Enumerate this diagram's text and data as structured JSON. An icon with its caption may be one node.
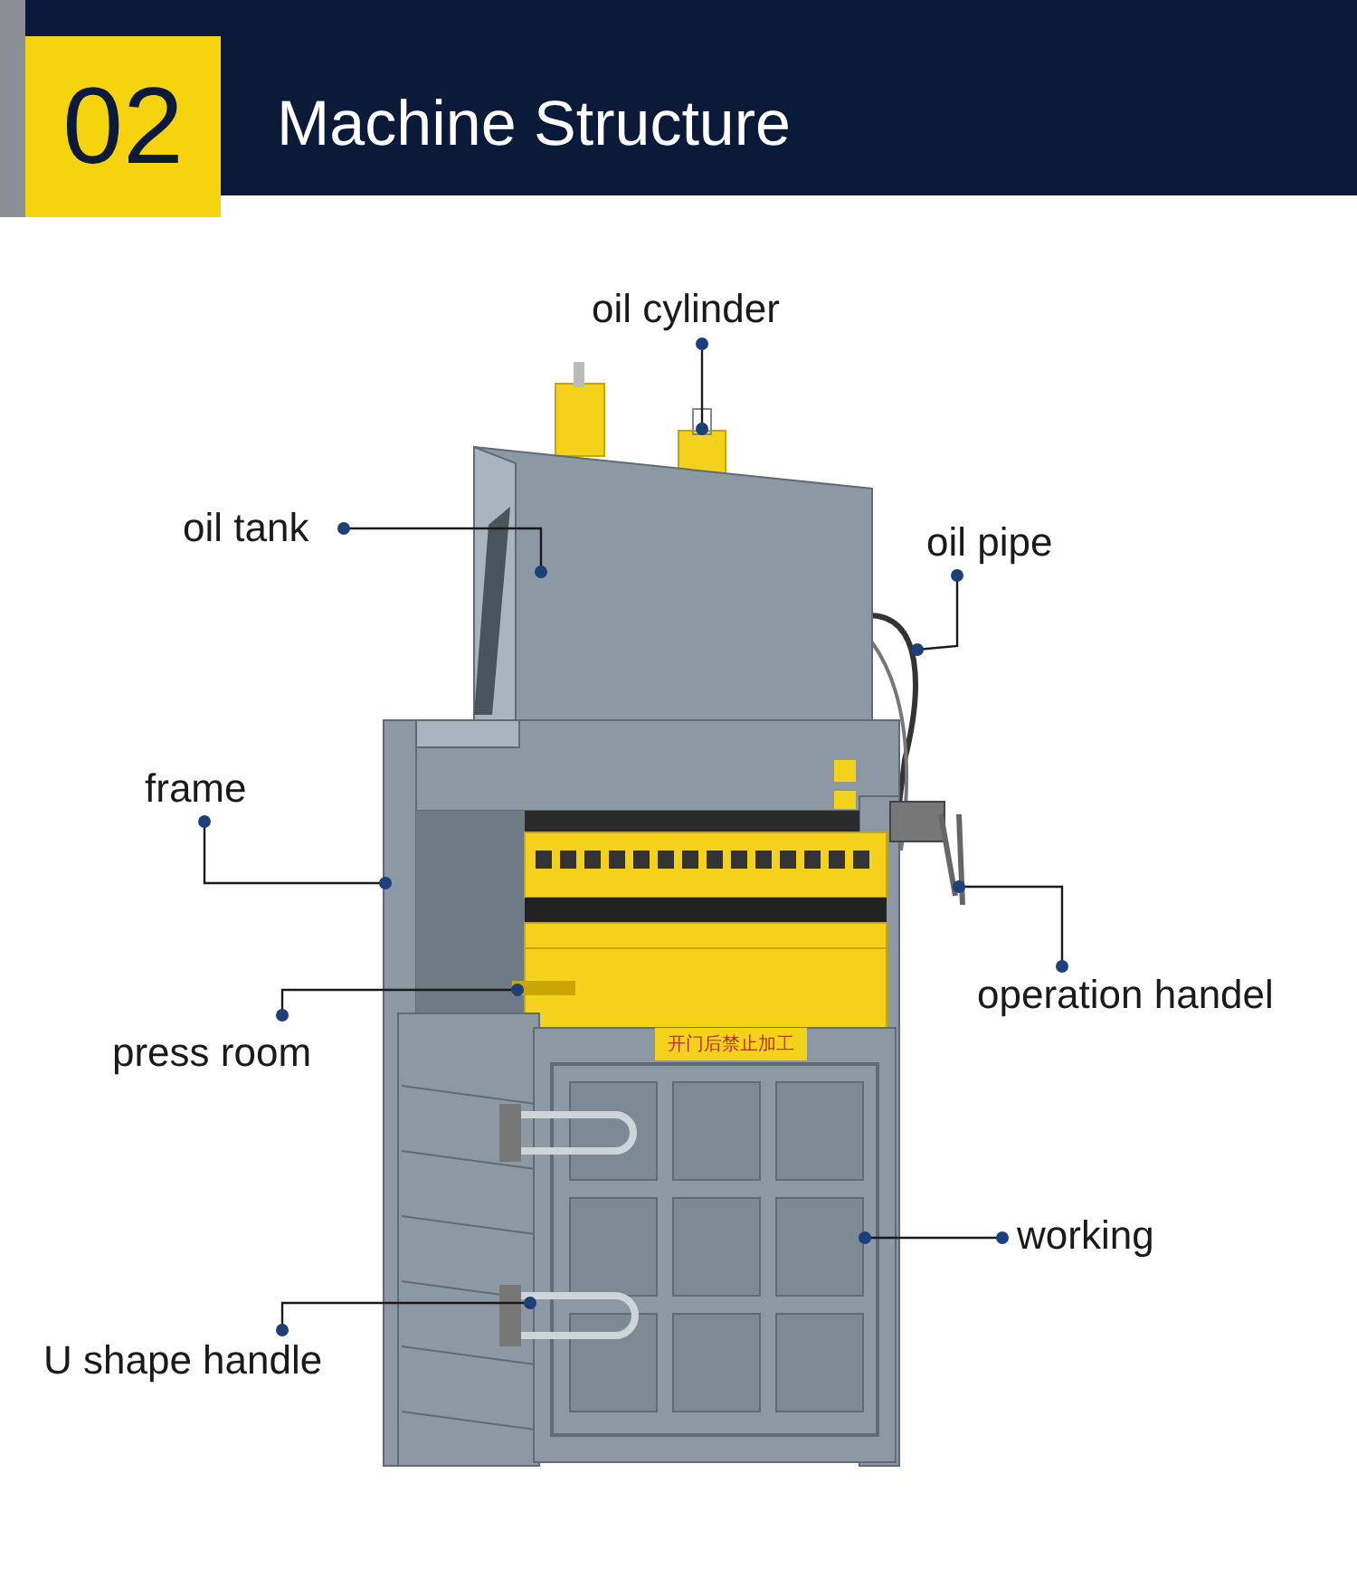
{
  "diagram": {
    "title": "Machine Structure",
    "nodes": [
      {
        "text": [
          "oil cylinder"
        ]
      },
      {
        "text": [
          "oil tank"
        ]
      },
      {
        "text": [
          "oil pipe"
        ]
      },
      {
        "text": [
          "frame"
        ]
      },
      {
        "text": [
          "operation handel"
        ]
      },
      {
        "text": [
          "press room"
        ]
      },
      {
        "text": [
          "working"
        ]
      },
      {
        "text": [
          "U shape handle"
        ]
      }
    ],
    "edges": [
      {
        "from": 0,
        "to": null,
        "arrow": "other"
      },
      {
        "from": 1,
        "to": null,
        "arrow": "other"
      },
      {
        "from": 2,
        "to": null,
        "arrow": "other"
      },
      {
        "from": 3,
        "to": null,
        "arrow": "other"
      },
      {
        "from": 4,
        "to": null,
        "arrow": "other"
      },
      {
        "from": 5,
        "to": null,
        "arrow": "other"
      },
      {
        "from": 6,
        "to": null,
        "arrow": "other"
      },
      {
        "from": 7,
        "to": null,
        "arrow": "other"
      }
    ],
    "labels": [
      "02",
      "开门后禁止加工"
    ]
  }
}
